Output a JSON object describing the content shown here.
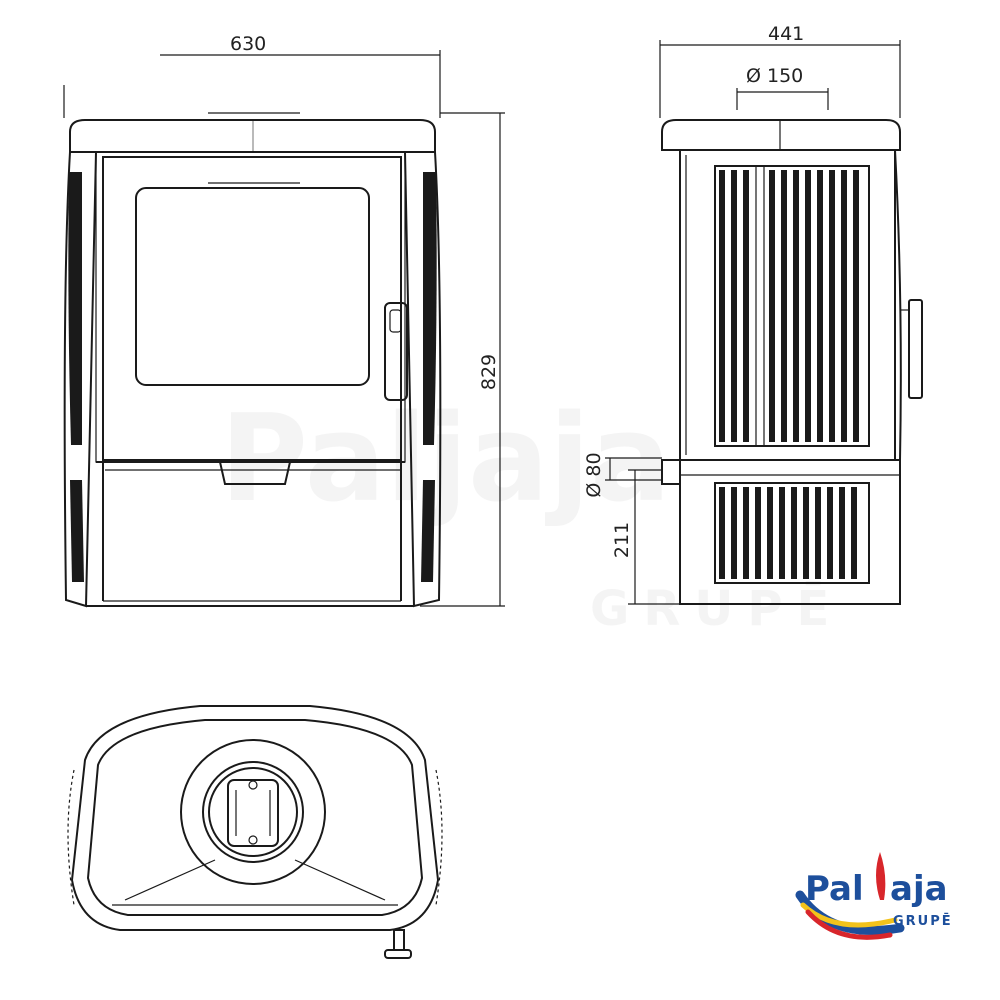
{
  "dimensions": {
    "front_width": "630",
    "side_depth": "441",
    "height": "829",
    "flue_diameter": "Ø 150",
    "air_inlet_diameter": "Ø 80",
    "air_inlet_height": "211"
  },
  "logo": {
    "brand_part1": "Pal",
    "brand_part2": "aja",
    "subtitle": "GRUPĒ",
    "colors": {
      "red": "#d8262b",
      "blue": "#1d4f9c",
      "yellow": "#f2c21b",
      "dark": "#2b2b2b"
    }
  },
  "watermark": {
    "brand": "Paljaja",
    "subtitle": "GRUPĒ"
  }
}
